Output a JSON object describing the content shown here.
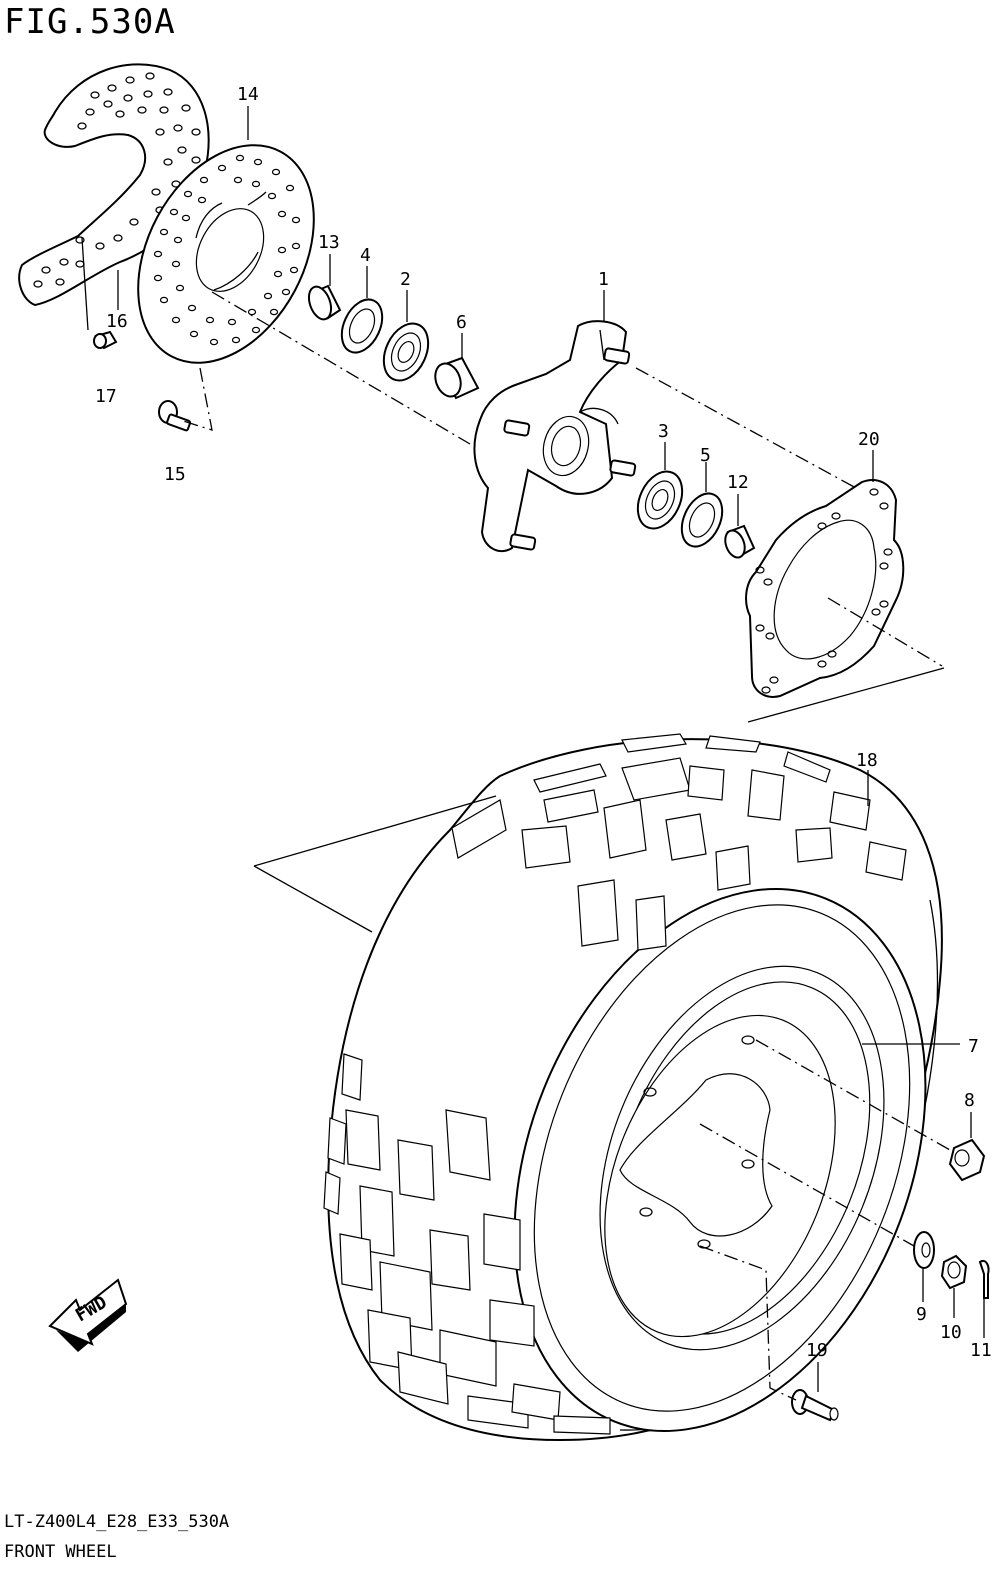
{
  "header": {
    "figure_title": "FIG.530A"
  },
  "footer": {
    "model_code": "LT-Z400L4_E28_E33_530A",
    "caption": "FRONT WHEEL"
  },
  "direction_marker": {
    "label": "FWD"
  },
  "callouts": [
    "1",
    "2",
    "3",
    "4",
    "5",
    "6",
    "7",
    "8",
    "9",
    "10",
    "11",
    "12",
    "13",
    "14",
    "15",
    "16",
    "17",
    "18",
    "19",
    "20"
  ],
  "icons": {
    "direction_arrow": "fwd-arrow-icon"
  }
}
